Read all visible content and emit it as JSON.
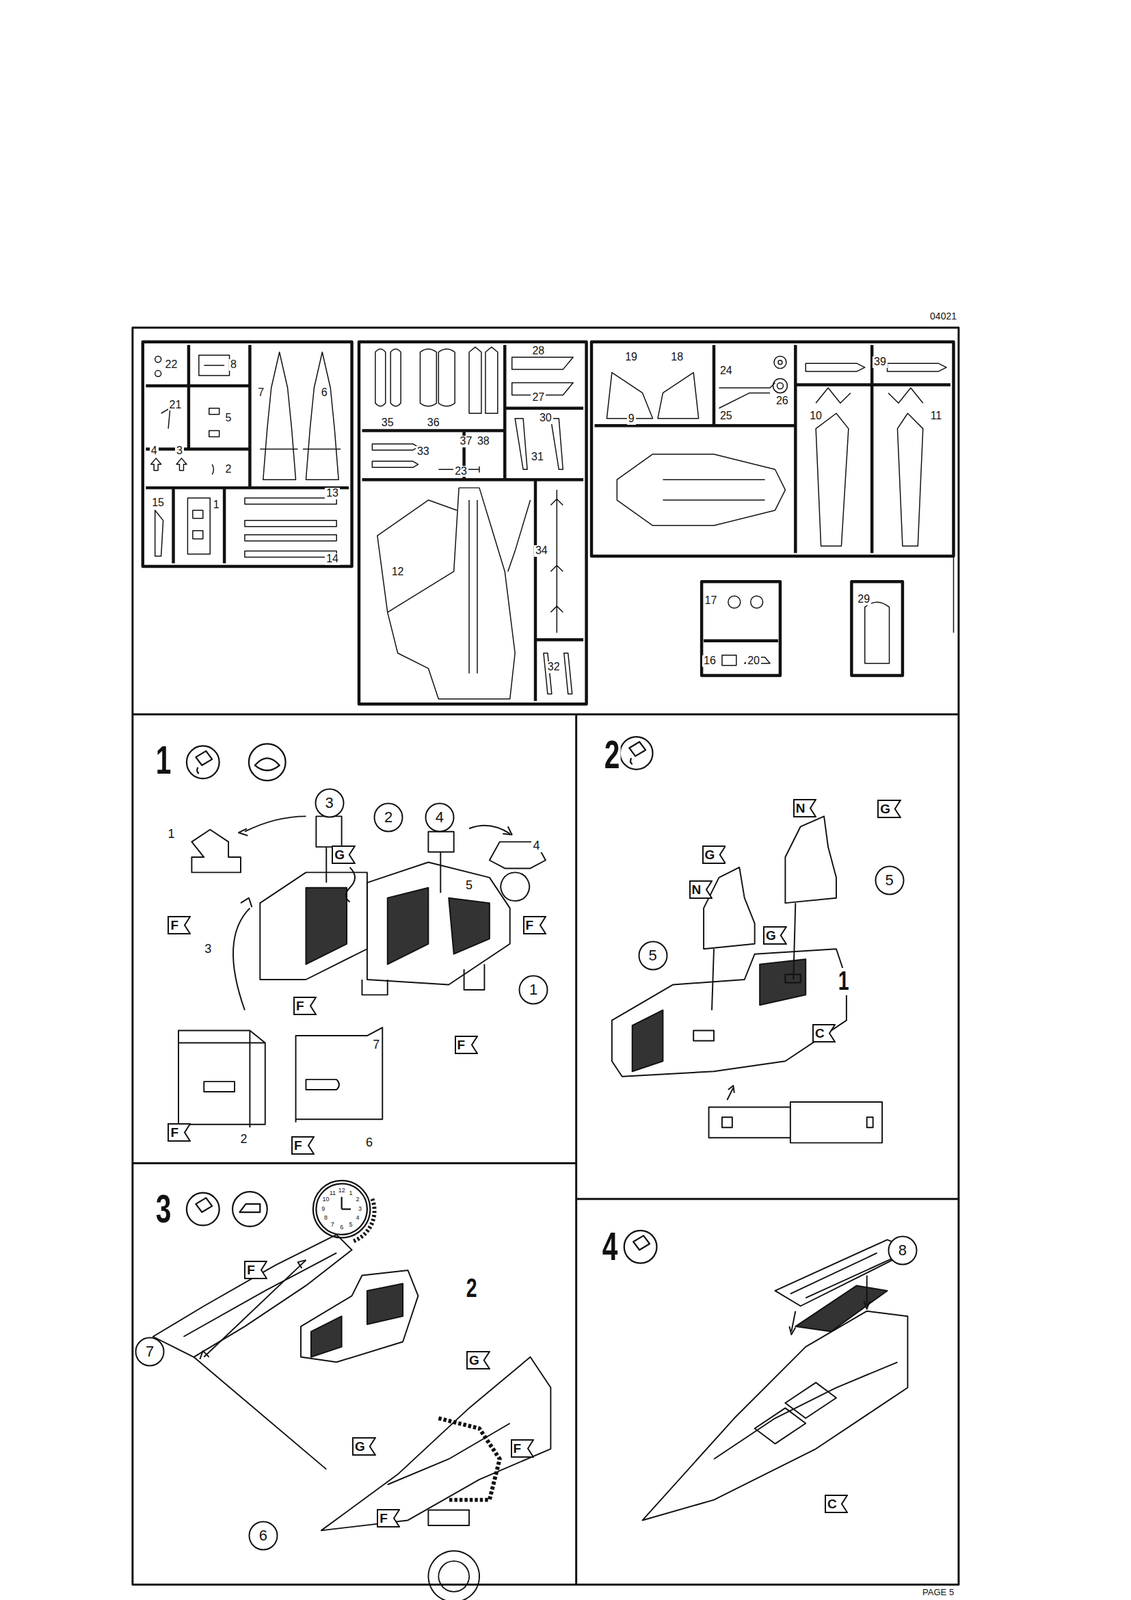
{
  "diagram": {
    "nodes": [
      {
        "text": [
          "3"
        ]
      },
      {
        "text": [
          "2"
        ]
      },
      {
        "text": [
          "4"
        ]
      },
      {
        "text": [
          "G"
        ]
      },
      {
        "text": [
          "F"
        ]
      },
      {
        "text": [
          "F"
        ]
      },
      {
        "text": [
          "1"
        ]
      },
      {
        "text": [
          "F"
        ]
      },
      {
        "text": [
          "F"
        ]
      },
      {
        "text": [
          "F"
        ]
      },
      {
        "text": [
          "F"
        ]
      },
      {
        "text": [
          "N"
        ]
      },
      {
        "text": [
          "G"
        ]
      },
      {
        "text": [
          "G"
        ]
      },
      {
        "text": [
          "N"
        ]
      },
      {
        "text": [
          "5"
        ]
      },
      {
        "text": [
          "G"
        ]
      },
      {
        "text": [
          "5"
        ]
      },
      {
        "text": [
          "C"
        ]
      },
      {
        "text": [
          "F"
        ]
      },
      {
        "text": [
          "G"
        ]
      },
      {
        "text": [
          "7"
        ]
      },
      {
        "text": [
          "G"
        ]
      },
      {
        "text": [
          "F"
        ]
      },
      {
        "text": [
          "F"
        ]
      },
      {
        "text": [
          "6"
        ]
      },
      {
        "text": [
          "8"
        ]
      },
      {
        "text": [
          "C"
        ]
      }
    ],
    "labels": [
      "04021",
      "22",
      "8",
      "7",
      "6",
      "21",
      "5",
      "4",
      "3",
      "2",
      "15",
      "1",
      "13",
      "14",
      "35",
      "36",
      "37",
      "38",
      "33",
      "23",
      "28",
      "27",
      "30",
      "31",
      "12",
      "34",
      "32",
      "19",
      "18",
      "24",
      "25",
      "26",
      "39",
      "9",
      "10",
      "11",
      "17",
      "16",
      "20",
      "29",
      "1",
      "2",
      "3",
      "4",
      "1",
      "4",
      "5",
      "3",
      "2",
      "7",
      "6",
      "12",
      "1",
      "2",
      "3",
      "4",
      "5",
      "6",
      "7",
      "8",
      "9",
      "10",
      "11",
      "1",
      "2",
      "PAGE 5"
    ]
  }
}
